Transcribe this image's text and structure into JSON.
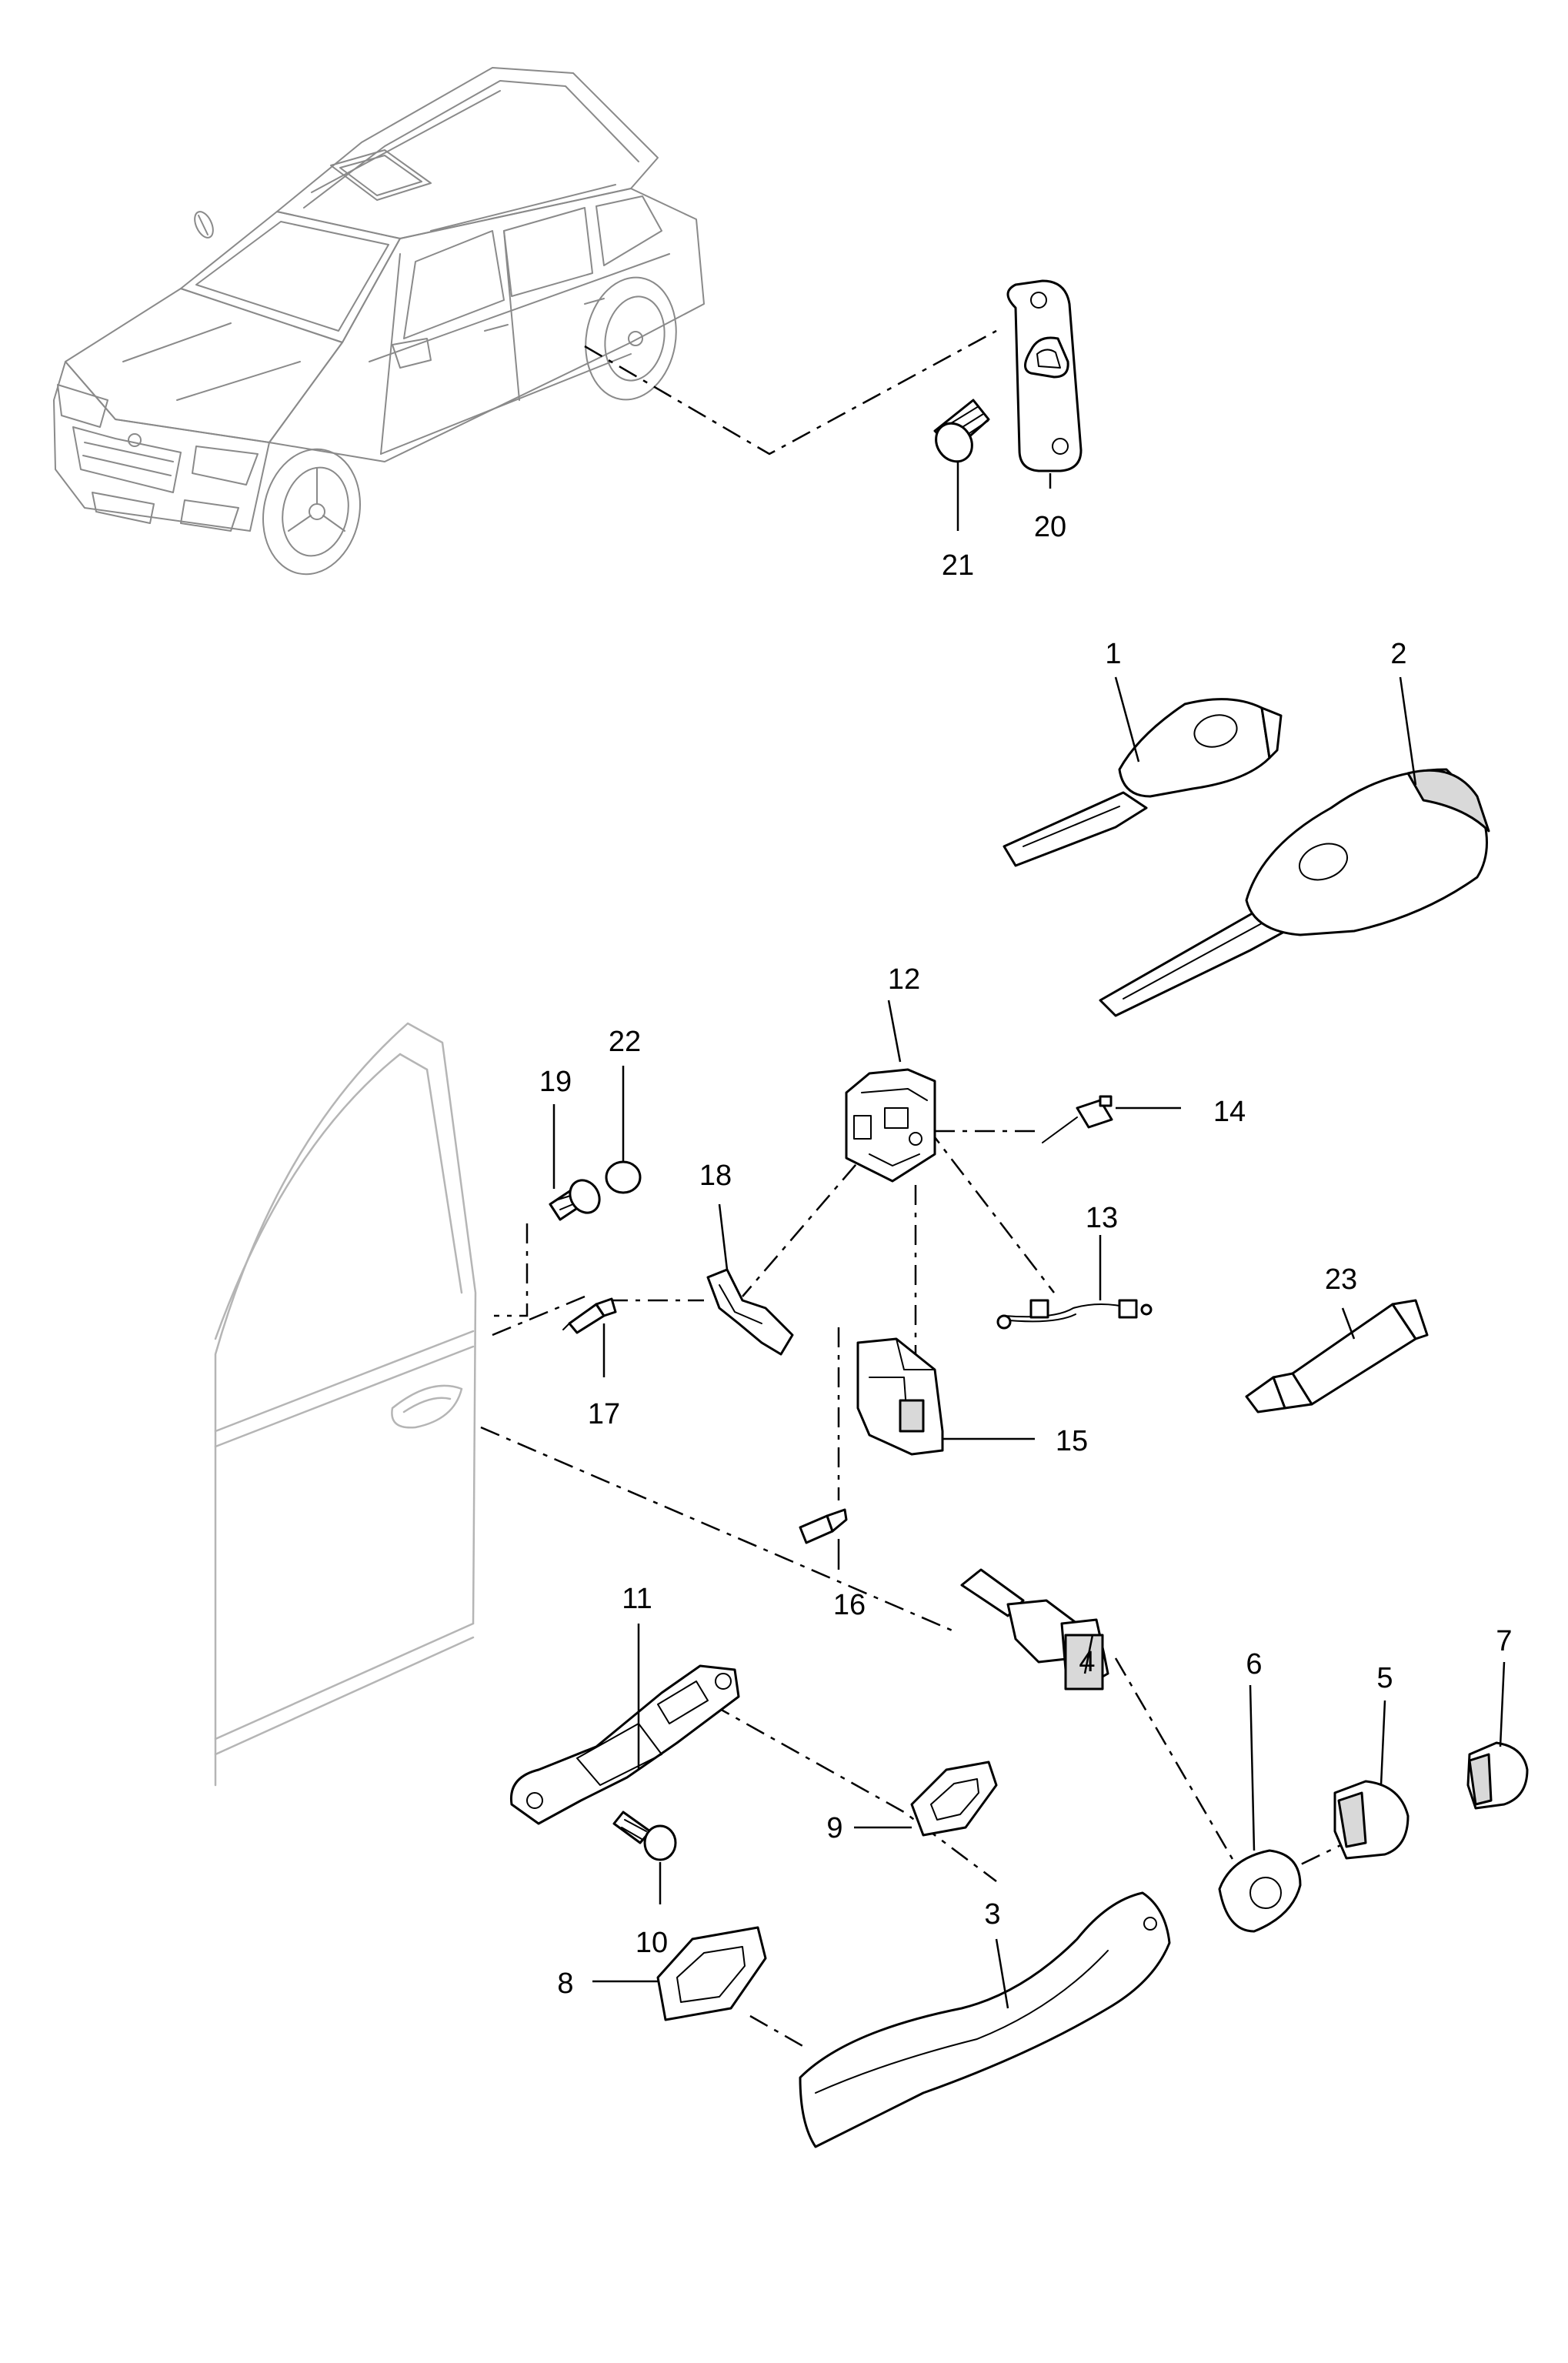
{
  "callouts": {
    "c1": "1",
    "c2": "2",
    "c3": "3",
    "c4": "4",
    "c5": "5",
    "c6": "6",
    "c7": "7",
    "c8": "8",
    "c9": "9",
    "c10": "10",
    "c11": "11",
    "c12": "12",
    "c13": "13",
    "c14": "14",
    "c15": "15",
    "c16": "16",
    "c17": "17",
    "c18": "18",
    "c19": "19",
    "c20": "20",
    "c21": "21",
    "c22": "22",
    "c23": "23"
  },
  "colors": {
    "line": "#000000",
    "vehicle_outline": "#8a8a8a",
    "door_outline": "#b5b5b5",
    "part_fill": "#ffffff",
    "shaded_fill": "#d9d9d9"
  }
}
